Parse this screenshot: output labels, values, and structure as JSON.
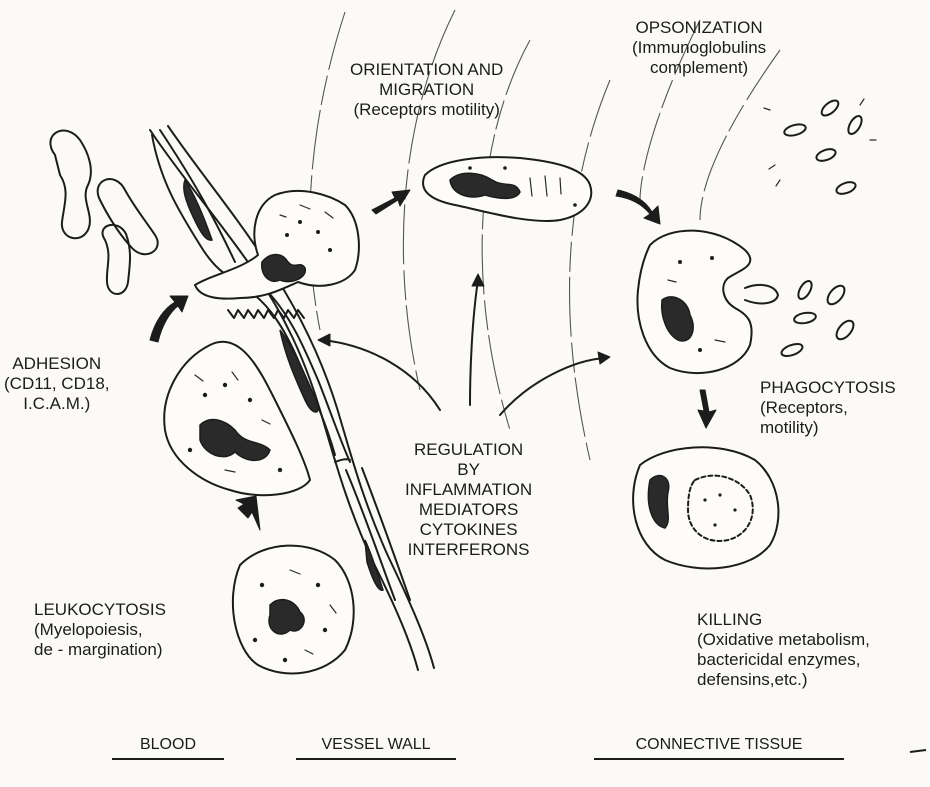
{
  "labels": {
    "opsonization": [
      "OPSONIZATION",
      "(Immunoglobulins",
      "complement)"
    ],
    "orientation": [
      "ORIENTATION AND",
      "MIGRATION",
      "(Receptors motility)"
    ],
    "adhesion": [
      "ADHESION",
      "(CD11, CD18,",
      "I.C.A.M.)"
    ],
    "regulation": [
      "REGULATION",
      "BY",
      "INFLAMMATION",
      "MEDIATORS",
      "CYTOKINES",
      "INTERFERONS"
    ],
    "phagocytosis": [
      "PHAGOCYTOSIS",
      "(Receptors,",
      "motility)"
    ],
    "leukocytosis": [
      "LEUKOCYTOSIS",
      "(Myelopoiesis,",
      "de - margination)"
    ],
    "killing": [
      "KILLING",
      "(Oxidative metabolism,",
      "bactericidal enzymes,",
      "defensins,etc.)"
    ]
  },
  "zones": {
    "blood": "BLOOD",
    "vessel_wall": "VESSEL WALL",
    "connective_tissue": "CONNECTIVE TISSUE"
  },
  "colors": {
    "ink": "#1c1c1c",
    "paper": "#fbfaf6"
  }
}
